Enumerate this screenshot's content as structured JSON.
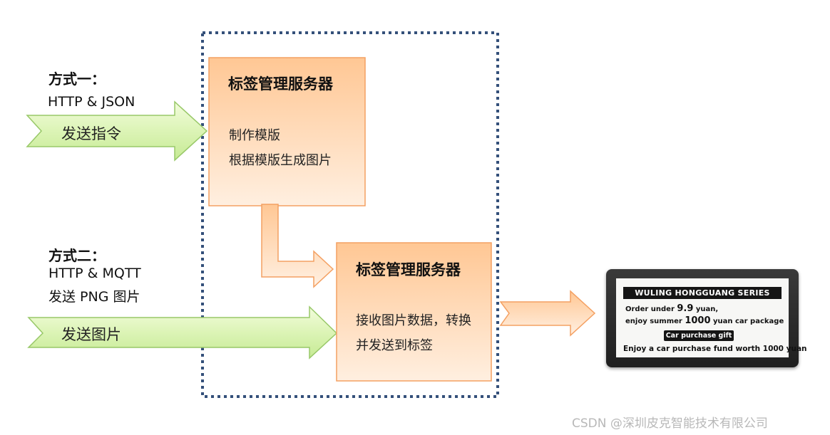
{
  "method_one": {
    "title": "方式一：",
    "protocol": "HTTP & JSON",
    "arrow_label": "发送指令"
  },
  "method_two": {
    "title": "方式二：",
    "protocol": "HTTP & MQTT",
    "payload": "发送 PNG 图片",
    "arrow_label": "发送图片"
  },
  "server_one": {
    "title": "标签管理服务器",
    "lines": [
      "制作模版",
      "根据模版生成图片"
    ]
  },
  "server_two": {
    "title": "标签管理服务器",
    "lines": [
      "接收图片数据，转换",
      "并发送到标签"
    ]
  },
  "esl_tag": {
    "banner": "WULING HONGGUANG SERIES",
    "line1_prefix": "Order under ",
    "line1_price": "9.9",
    "line1_suffix": " yuan,",
    "line2_prefix": "enjoy summer ",
    "line2_amount": "1000",
    "line2_suffix": " yuan car package",
    "pill": "Car purchase gift",
    "footer": "Enjoy a car purchase fund worth 1000 yuan"
  },
  "watermark": "CSDN @深圳皮克智能技术有限公司",
  "colors": {
    "green_arrow_fill": "#d8f2b0",
    "green_arrow_stroke": "#98c868",
    "orange_box_top": "#ffcc9e",
    "orange_box_bottom": "#ffeede",
    "orange_stroke": "#f4a062",
    "dashed_frame": "#34507a"
  }
}
